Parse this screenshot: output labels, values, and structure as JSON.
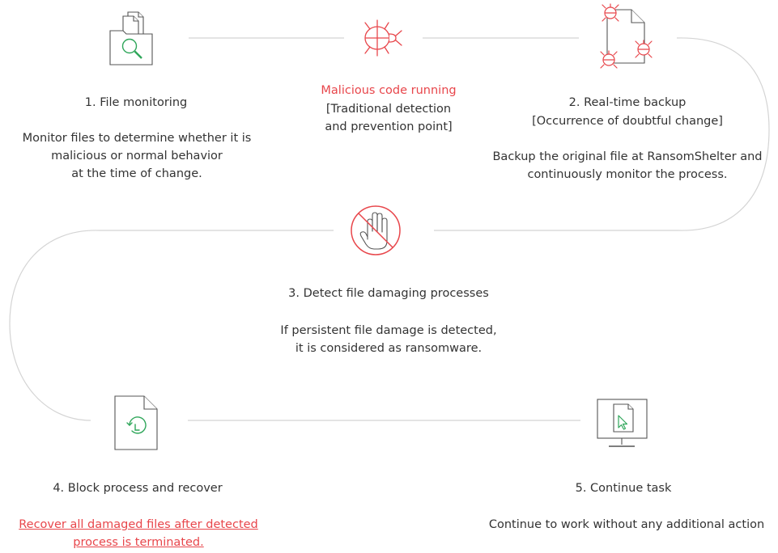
{
  "colors": {
    "accent_red": "#e8464b",
    "accent_green": "#2fa65a",
    "text": "#333333",
    "line": "#d4d4d4",
    "icon_gray": "#555555"
  },
  "icons": {
    "file_monitoring": "folder-search-icon",
    "malicious_code": "bug-icon",
    "realtime_backup": "infected-file-icon",
    "detect": "stop-hand-icon",
    "block_recover": "file-recover-icon",
    "continue_task": "monitor-cursor-icon"
  },
  "steps": {
    "s1": {
      "title": "1. File monitoring",
      "desc": [
        "Monitor files to determine whether it is",
        "malicious or normal behavior",
        "at the time of change."
      ]
    },
    "malicious": {
      "title": "Malicious code running",
      "desc": [
        "[Traditional detection",
        "and prevention point]"
      ]
    },
    "s2": {
      "title": "2. Real-time backup",
      "subtitle": "[Occurrence of doubtful change]",
      "desc": [
        "Backup the original file at RansomShelter and",
        "continuously monitor the process."
      ]
    },
    "s3": {
      "title": "3. Detect file damaging processes",
      "desc": [
        "If persistent file damage is detected,",
        "it is considered as ransomware."
      ]
    },
    "s4": {
      "title": "4. Block process and recover",
      "desc": [
        "Recover all damaged files after detected",
        "process is terminated."
      ]
    },
    "s5": {
      "title": "5. Continue task",
      "desc": [
        "Continue to work without any additional action"
      ]
    }
  }
}
